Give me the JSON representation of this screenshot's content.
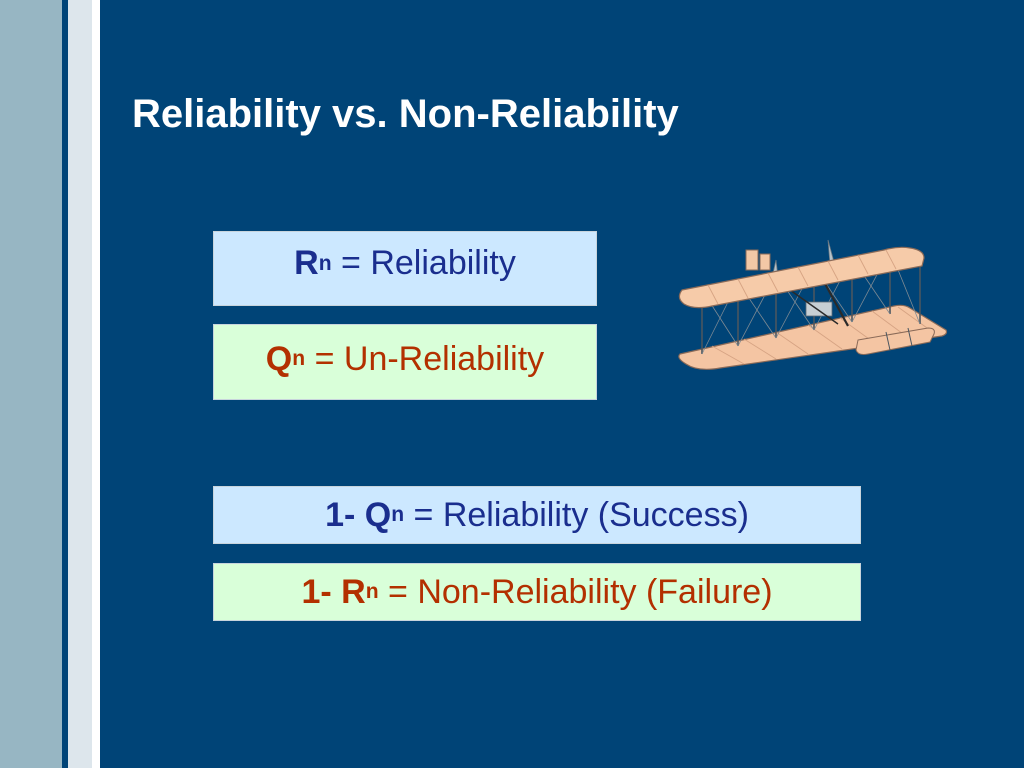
{
  "slide": {
    "title": "Reliability vs. Non-Reliability",
    "definitions": [
      {
        "symbol": "R",
        "subscript": "n",
        "rest": "= Reliability"
      },
      {
        "symbol": "Q",
        "subscript": "n",
        "rest": "= Un-Reliability"
      }
    ],
    "equations": [
      {
        "symbol": "1- Q",
        "subscript": "n",
        "rest": "= Reliability (Success)"
      },
      {
        "symbol": "1- R",
        "subscript": "n",
        "rest": "= Non-Reliability (Failure)"
      }
    ]
  },
  "colors": {
    "background": "#004477",
    "blue_box": "#cce8ff",
    "blue_text": "#1a2e8e",
    "green_box": "#d9ffd9",
    "red_text": "#b33000"
  },
  "icons": {
    "illustration": "wright-flyer-biplane-icon"
  }
}
